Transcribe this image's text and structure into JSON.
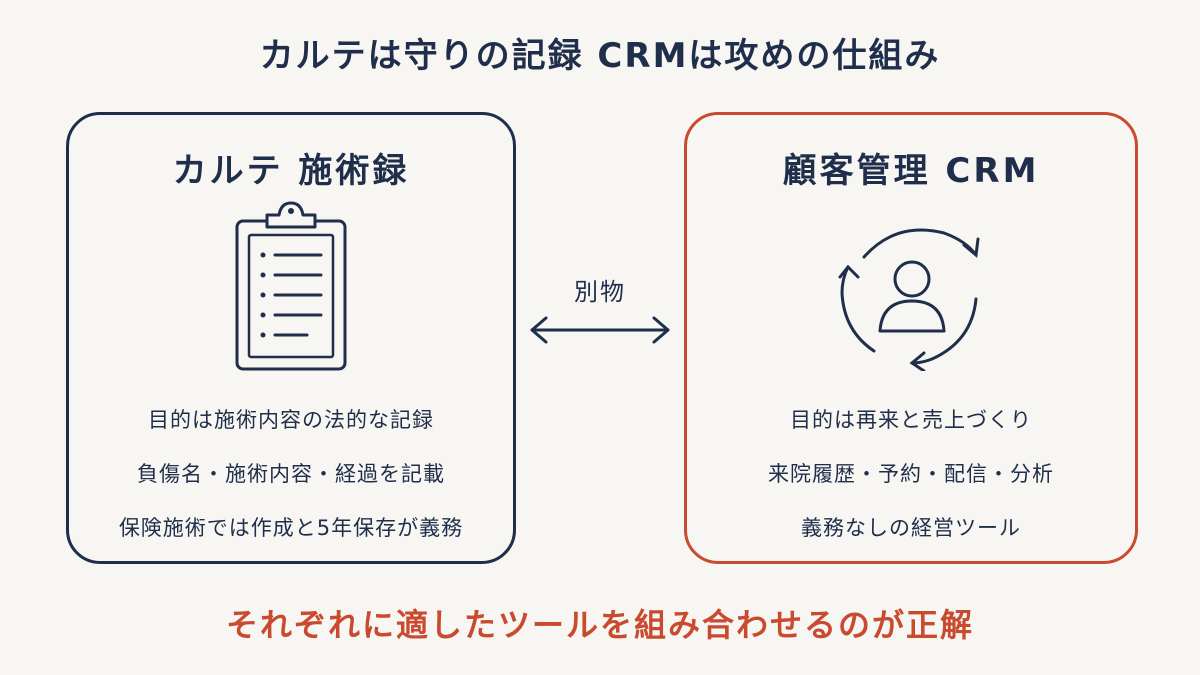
{
  "title": "カルテは守りの記録 CRMは攻めの仕組み",
  "left_panel": {
    "title": "カルテ 施術録",
    "icon": "clipboard-icon",
    "lines": [
      "目的は施術内容の法的な記録",
      "負傷名・施術内容・経過を記載",
      "保険施術では作成と5年保存が義務"
    ],
    "border_color": "#1f2e4a"
  },
  "middle": {
    "label": "別物",
    "icon": "double-arrow-icon"
  },
  "right_panel": {
    "title": "顧客管理 CRM",
    "icon": "customer-cycle-icon",
    "lines": [
      "目的は再来と売上づくり",
      "来院履歴・予約・配信・分析",
      "義務なしの経営ツール"
    ],
    "border_color": "#c94a2f"
  },
  "footer": "それぞれに適したツールを組み合わせるのが正解",
  "colors": {
    "navy": "#1f2e4a",
    "accent": "#c94a2f",
    "background": "#f7f6f2"
  }
}
